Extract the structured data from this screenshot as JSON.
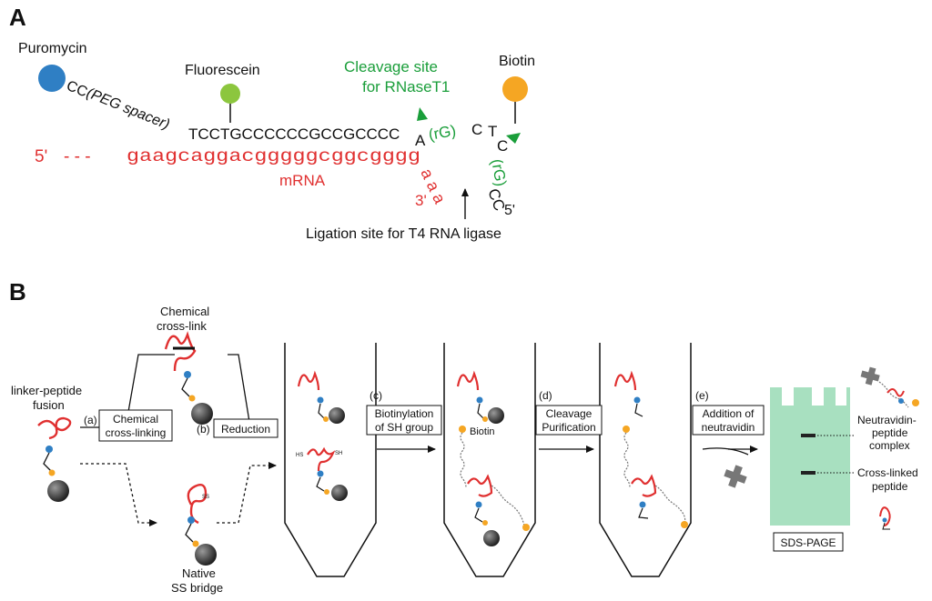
{
  "panel_a": {
    "label": "A",
    "puromycin": "Puromycin",
    "fluorescein": "Fluorescein",
    "biotin": "Biotin",
    "cleavage_line1": "Cleavage site",
    "cleavage_line2": "for RNaseT1",
    "dna_cc": "CC",
    "dna_peg": "(PEG spacer)",
    "dna_seq": "TCCTGCCCCCCGCCGCCCC",
    "loop_a": "A",
    "loop_rg1": "(rG)",
    "loop_c1": "C",
    "loop_t": "T",
    "loop_c2": "C",
    "loop_rg2": "(rG)",
    "loop_cc": "CC",
    "five_prime_right": "5'",
    "mrna_5prime": "5'",
    "mrna_dashes": "- - -",
    "mrna_seq": "gaagcaggacgggggcggcgggg",
    "mrna_tail": "a a a",
    "mrna_3prime": "3'",
    "mrna_label": "mRNA",
    "ligation": "Ligation site for T4 RNA ligase",
    "colors": {
      "puromycin": "#2f7fc4",
      "fluorescein": "#8cc63e",
      "biotin": "#f5a623",
      "green": "#1a9e3a",
      "red": "#e03030"
    }
  },
  "panel_b": {
    "label": "B",
    "fusion_l1": "linker-peptide",
    "fusion_l2": "fusion",
    "chem_l1": "Chemical",
    "chem_l2": "cross-link",
    "native_l1": "Native",
    "native_l2": "SS bridge",
    "step_a_tag": "(a)",
    "step_a_l1": "Chemical",
    "step_a_l2": "cross-linking",
    "step_b_tag": "(b)",
    "step_b": "Reduction",
    "step_c_tag": "(c)",
    "step_c_l1": "Biotinylation",
    "step_c_l2": "of SH group",
    "step_d_tag": "(d)",
    "step_d_l1": "Cleavage",
    "step_d_l2": "Purification",
    "step_e_tag": "(e)",
    "step_e_l1": "Addition of",
    "step_e_l2": "neutravidin",
    "ss_small": "SS",
    "hs": "HS",
    "sh": "SH",
    "biotin": "Biotin",
    "band1_l1": "Neutravidin-",
    "band1_l2": "peptide",
    "band1_l3": "complex",
    "band2_l1": "Cross-linked",
    "band2_l2": "peptide",
    "sds_page": "SDS-PAGE",
    "gel_color": "#a8e0c0"
  }
}
